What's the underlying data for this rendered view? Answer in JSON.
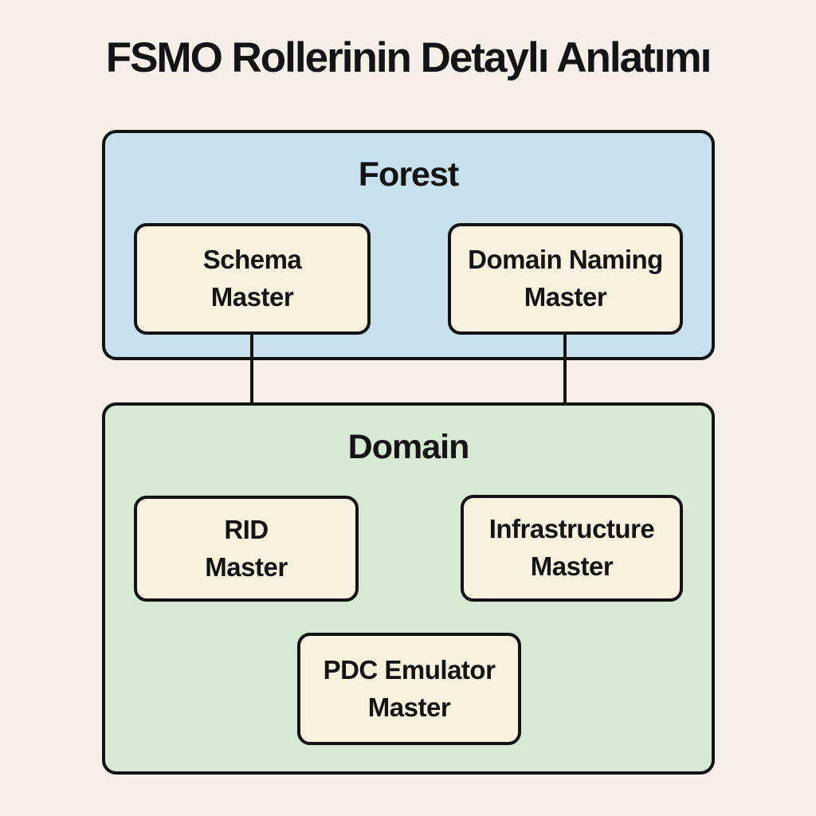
{
  "title": "FSMO Rollerinin Detaylı Anlatımı",
  "colors": {
    "background": "#F5EFE8",
    "forest_fill": "#C7E1EE",
    "domain_fill": "#D6E9D2",
    "node_fill": "#F8F1DD",
    "border": "#131313",
    "text": "#141414"
  },
  "forest": {
    "label": "Forest",
    "nodes": [
      {
        "line1": "Schema",
        "line2": "Master"
      },
      {
        "line1": "Domain Naming",
        "line2": "Master"
      }
    ]
  },
  "domain": {
    "label": "Domain",
    "nodes": [
      {
        "line1": "RID",
        "line2": "Master"
      },
      {
        "line1": "Infrastructure",
        "line2": "Master"
      },
      {
        "line1": "PDC Emulator",
        "line2": "Master"
      }
    ]
  },
  "connectors": [
    {
      "from": "Schema Master",
      "to": "Domain"
    },
    {
      "from": "Domain Naming Master",
      "to": "Domain"
    }
  ]
}
